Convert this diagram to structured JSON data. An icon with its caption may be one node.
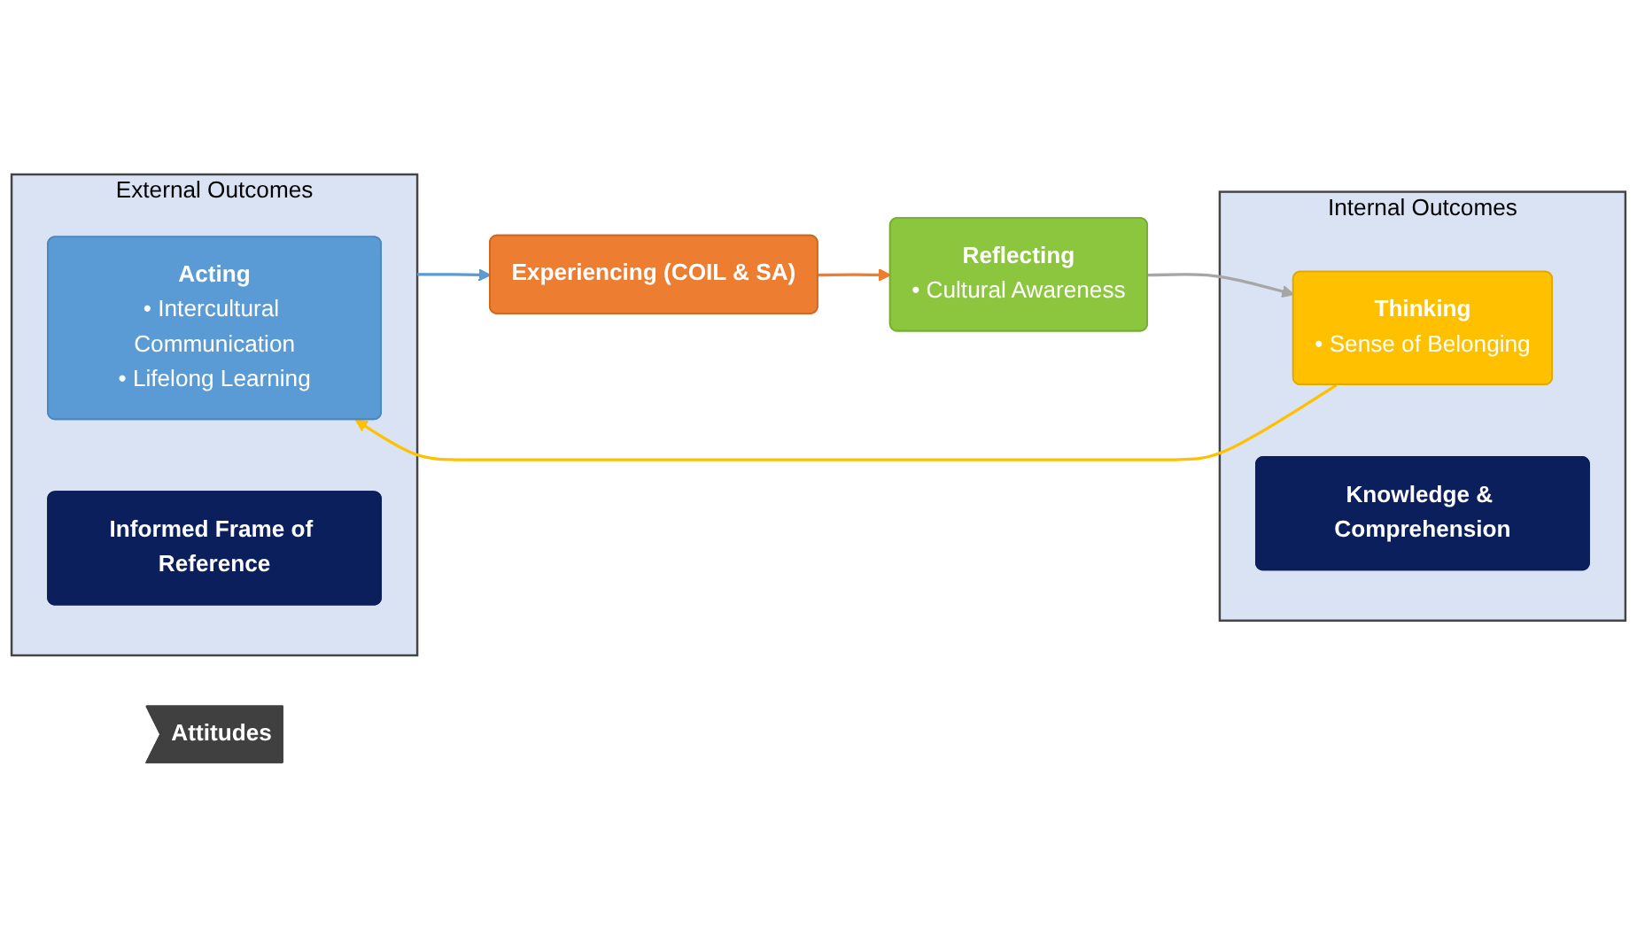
{
  "diagram": {
    "nodes": [
      {
        "text": [
          "External Outcomes"
        ]
      },
      {
        "text": [
          "Acting",
          "• Intercultural Communication",
          "• Lifelong Learning"
        ],
        "in": 0
      },
      {
        "text": [
          "Informed Frame of Reference"
        ],
        "in": 0
      },
      {
        "text": [
          "Attitudes"
        ]
      },
      {
        "text": [
          "Experiencing (COIL & SA)"
        ]
      },
      {
        "text": [
          "Reflecting",
          "• Cultural Awareness"
        ]
      },
      {
        "text": [
          "Internal Outcomes"
        ]
      },
      {
        "text": [
          "Thinking",
          "• Sense of Belonging"
        ],
        "in": 6
      },
      {
        "text": [
          "Knowledge & Comprehension"
        ],
        "in": 6
      }
    ],
    "edges": [
      {
        "from": 0,
        "to": 4,
        "arrow": "to",
        "color": "#5b9bd5"
      },
      {
        "from": 4,
        "to": 5,
        "arrow": "to",
        "color": "#ed7d31"
      },
      {
        "from": 5,
        "to": 7,
        "arrow": "to",
        "color": "#a6a6a6"
      },
      {
        "from": 7,
        "to": 1,
        "arrow": "to",
        "color": "#ffc000"
      }
    ]
  }
}
